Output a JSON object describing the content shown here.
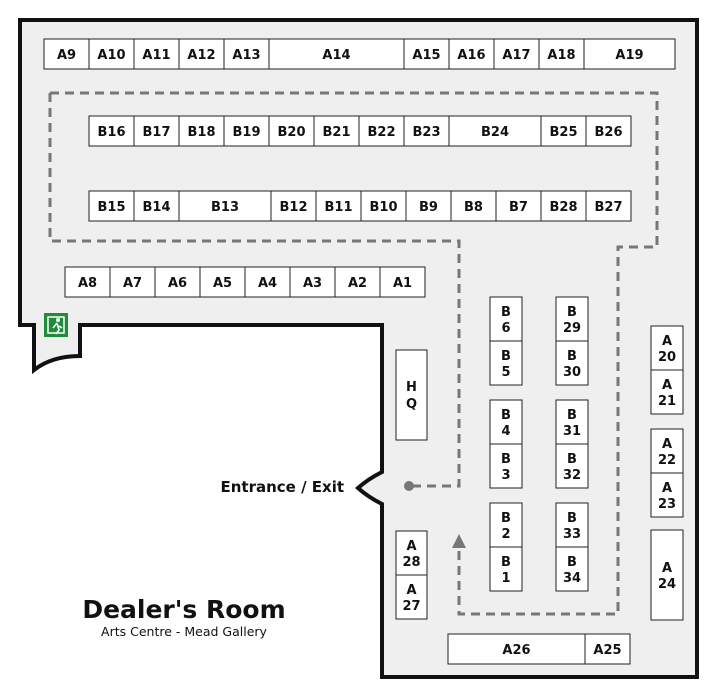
{
  "title": "Dealer's Room",
  "subtitle": "Arts Centre - Mead Gallery",
  "entrance_label": "Entrance / Exit",
  "colors": {
    "floor": "#efefef",
    "wall": "#111111",
    "path": "#777777",
    "exit_sign": "#1f8b3b"
  },
  "icons": [
    "emergency-exit-icon",
    "route-arrow-icon",
    "route-start-dot-icon"
  ],
  "booths": {
    "row_a_top": [
      "A9",
      "A10",
      "A11",
      "A12",
      "A13",
      "A14",
      "A15",
      "A16",
      "A17",
      "A18",
      "A19"
    ],
    "row_b_top": [
      "B16",
      "B17",
      "B18",
      "B19",
      "B20",
      "B21",
      "B22",
      "B23",
      "B24",
      "B25",
      "B26"
    ],
    "row_b_middle": [
      "B15",
      "B14",
      "B13",
      "B12",
      "B11",
      "B10",
      "B9",
      "B8",
      "B7",
      "B28",
      "B27"
    ],
    "row_a_middle": [
      "A8",
      "A7",
      "A6",
      "A5",
      "A4",
      "A3",
      "A2",
      "A1"
    ],
    "column_b_left": [
      "B6",
      "B5",
      "B4",
      "B3",
      "B2",
      "B1"
    ],
    "column_b_right": [
      "B29",
      "B30",
      "B31",
      "B32",
      "B33",
      "B34"
    ],
    "column_a_right": [
      "A20",
      "A21",
      "A22",
      "A23",
      "A24"
    ],
    "column_a_left": [
      "A28",
      "A27"
    ],
    "row_a_bottom": [
      "A26",
      "A25"
    ],
    "hq": "HQ"
  }
}
